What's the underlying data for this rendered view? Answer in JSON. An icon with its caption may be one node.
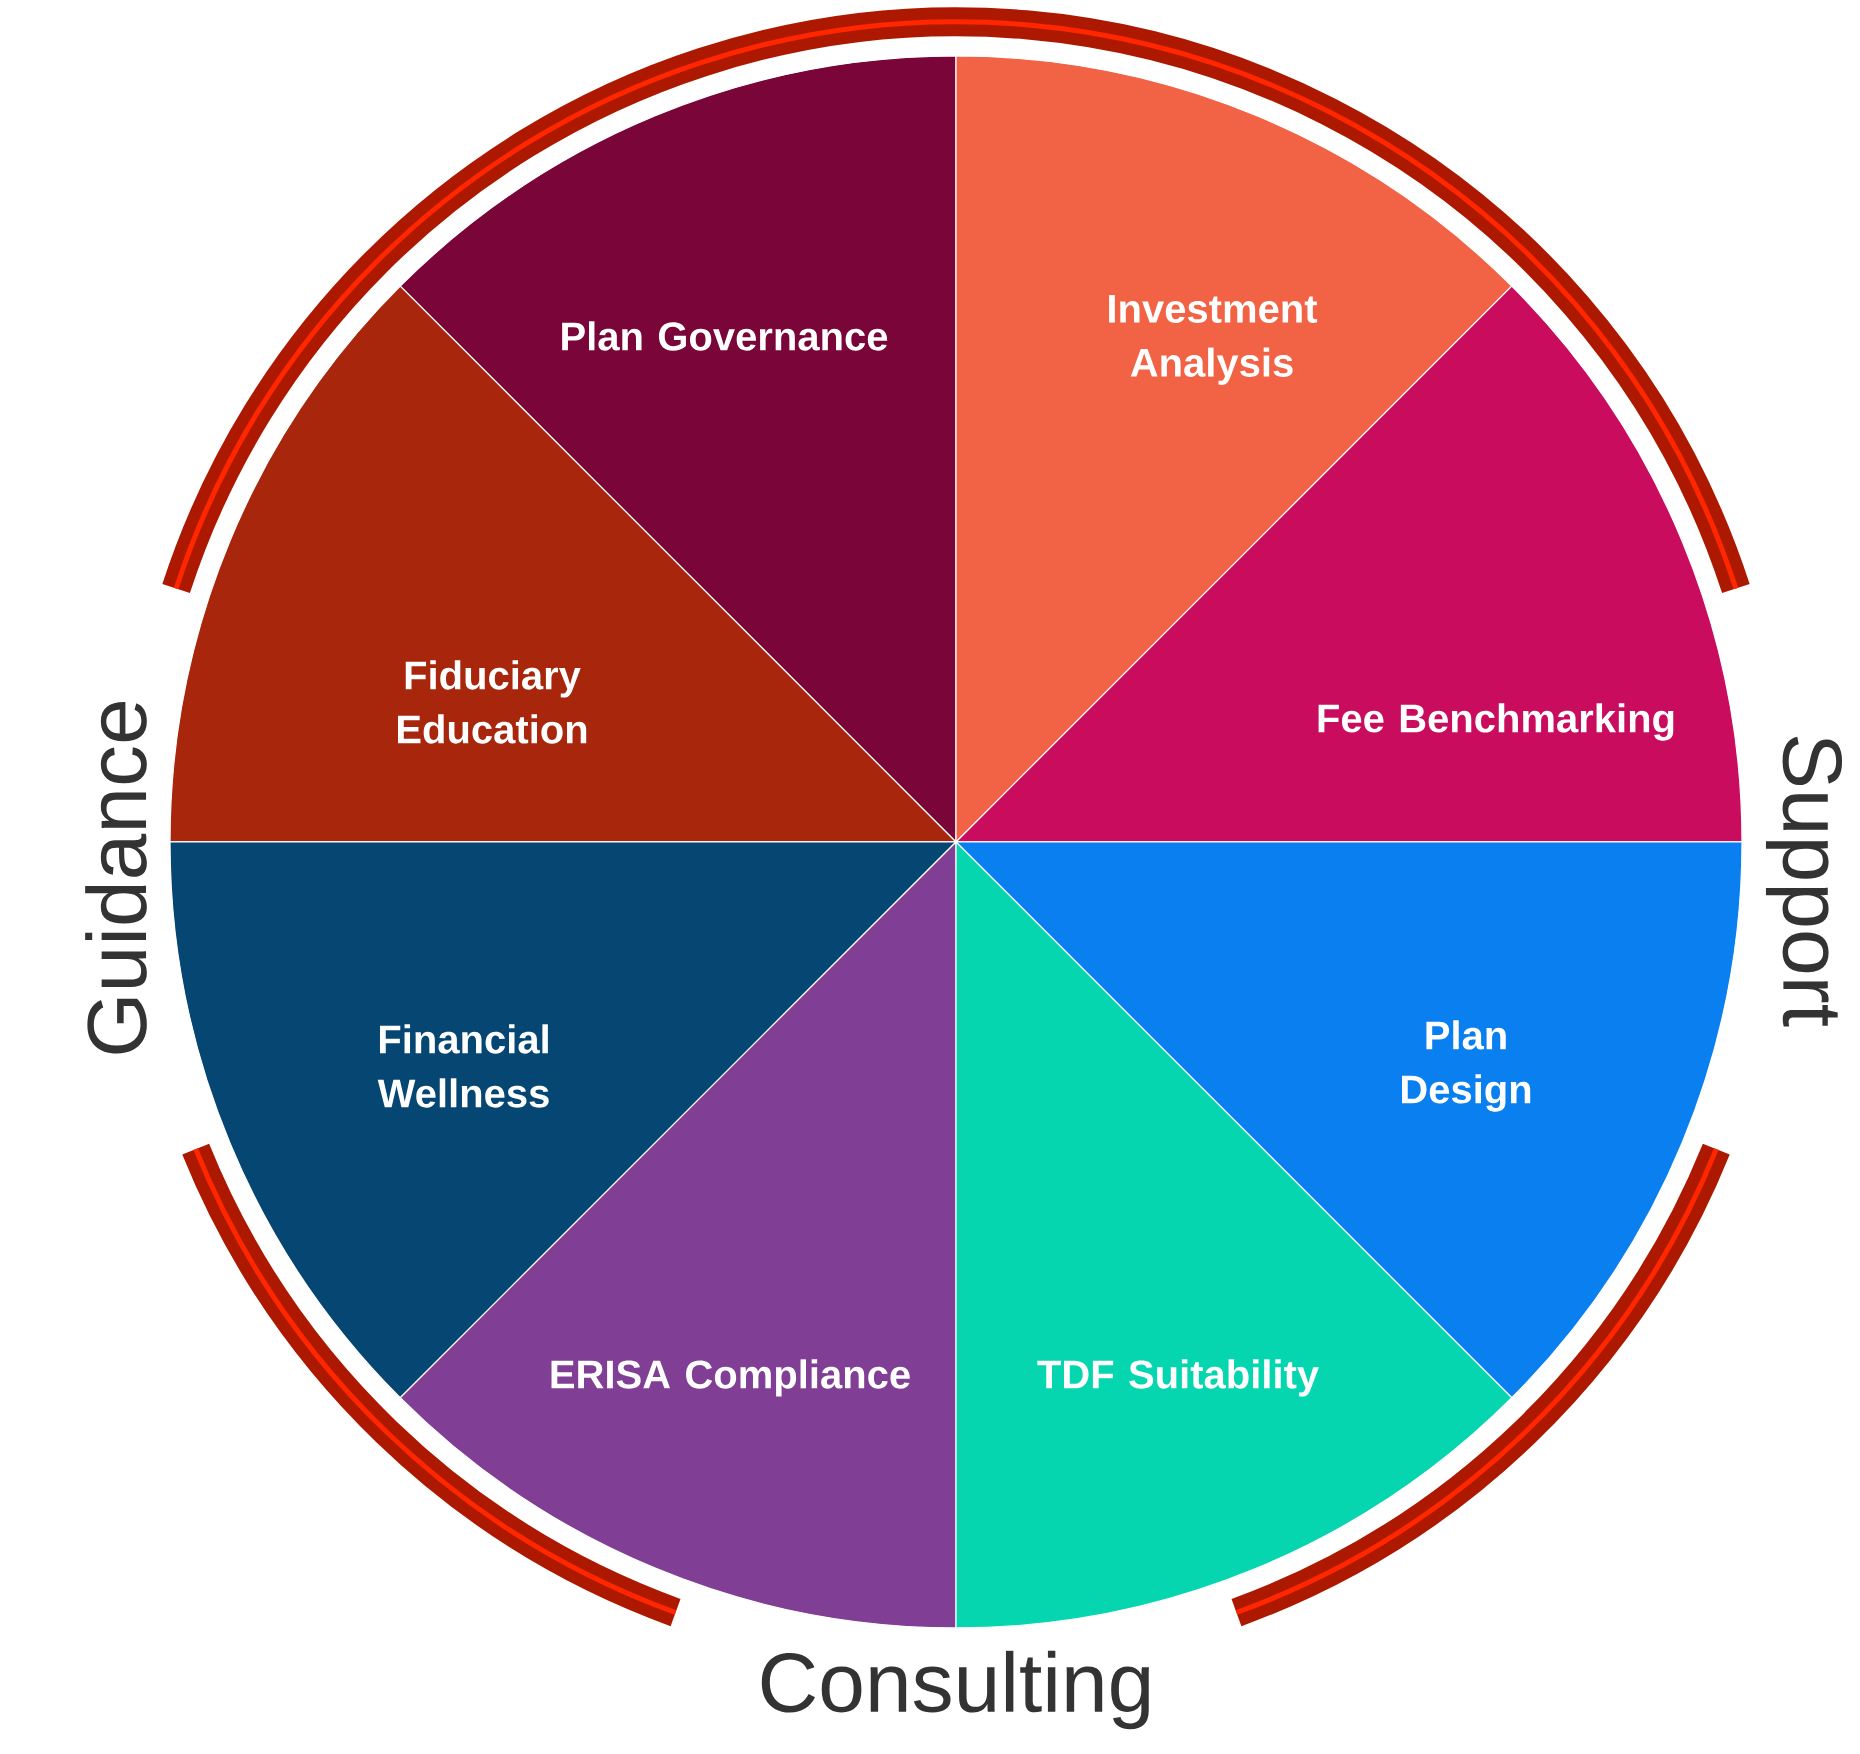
{
  "diagram": {
    "nodes": [
      {
        "text": [
          "Plan Governance"
        ]
      },
      {
        "text": [
          "Investment Analysis"
        ]
      },
      {
        "text": [
          "Fiduciary Education"
        ]
      },
      {
        "text": [
          "Fee Benchmarking"
        ]
      },
      {
        "text": [
          "Financial Wellness"
        ]
      },
      {
        "text": [
          "Plan Design"
        ]
      },
      {
        "text": [
          "ERISA Compliance"
        ]
      },
      {
        "text": [
          "TDF Suitability"
        ]
      }
    ],
    "labels": [
      "Guidance",
      "Support",
      "Consulting"
    ]
  }
}
